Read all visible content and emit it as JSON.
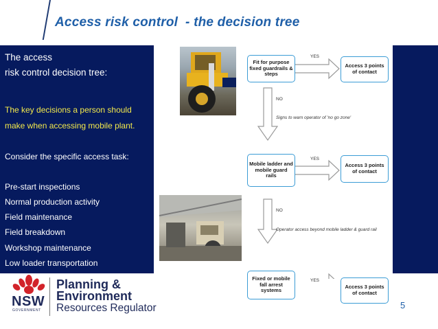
{
  "slide": {
    "title": "Access risk control  - the decision tree",
    "page_number": "5"
  },
  "left_panel": {
    "heading_line1": "The access",
    "heading_line2": "risk control decision tree:",
    "highlight_line1": "The key decisions a person should",
    "highlight_line2": "make when accessing mobile plant.",
    "consider": "Consider  the specific  access task:",
    "tasks": [
      "Pre-start inspections",
      "Normal production activity",
      "Field maintenance",
      "Field breakdown",
      "Workshop maintenance",
      "Low loader transportation"
    ]
  },
  "flowchart": {
    "box1": "Fit for purpose fixed guardrails & steps",
    "box2": "Mobile ladder and mobile guard rails",
    "box3": "Fixed or mobile fall arrest systems",
    "result": "Access 3 points of contact",
    "yes_label": "YES",
    "no_label": "NO",
    "note1": "Signs to warn operator of 'no go zone'",
    "note2": "Operator access beyond mobile ladder & guard rail"
  },
  "logo": {
    "line1": "Planning &",
    "line2": "Environment",
    "line3": "Resources Regulator",
    "nsw": "NSW",
    "gov": "GOVERNMENT"
  },
  "colors": {
    "panel": "#061a5e",
    "title": "#1f5fa8",
    "highlight": "#f3e94b",
    "box_border": "#3a9bd5"
  }
}
